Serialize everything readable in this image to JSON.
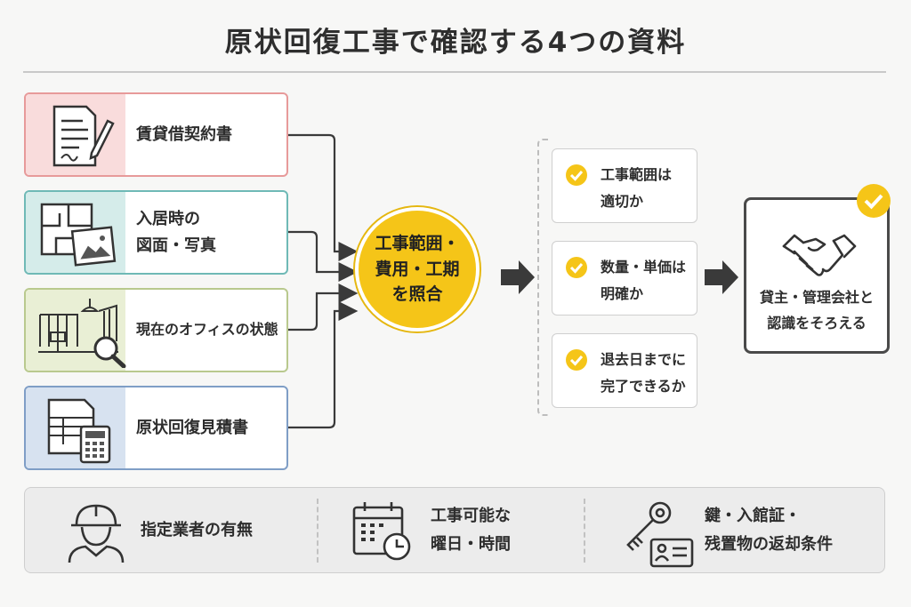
{
  "title": "原状回復工事で確認する4つの資料",
  "documents": [
    {
      "label": "賃貸借契約書",
      "icon": "contract-document-icon"
    },
    {
      "label": "入居時の\n図面・写真",
      "icon": "floorplan-photo-icon"
    },
    {
      "label": "現在のオフィスの状態",
      "icon": "office-inspection-icon"
    },
    {
      "label": "原状回復見積書",
      "icon": "estimate-calculator-icon"
    }
  ],
  "hub": {
    "label": "工事範囲・\n費用・工期\nを照合"
  },
  "checks": [
    {
      "label": "工事範囲は\n適切か"
    },
    {
      "label": "数量・単価は\n明確か"
    },
    {
      "label": "退去日までに\n完了できるか"
    }
  ],
  "result": {
    "label": "貸主・管理会社と\n認識をそろえる",
    "icon": "handshake-icon"
  },
  "bottom_items": [
    {
      "label": "指定業者の有無",
      "icon": "worker-helmet-icon"
    },
    {
      "label": "工事可能な\n曜日・時間",
      "icon": "calendar-clock-icon"
    },
    {
      "label": "鍵・入館証・\n残置物の返却条件",
      "icon": "key-idcard-icon"
    }
  ],
  "colors": {
    "accent": "#f5c518",
    "card1": "#e79a9a",
    "card2": "#6fb9b6",
    "card3": "#b9c98e",
    "card4": "#7f9ec6"
  }
}
